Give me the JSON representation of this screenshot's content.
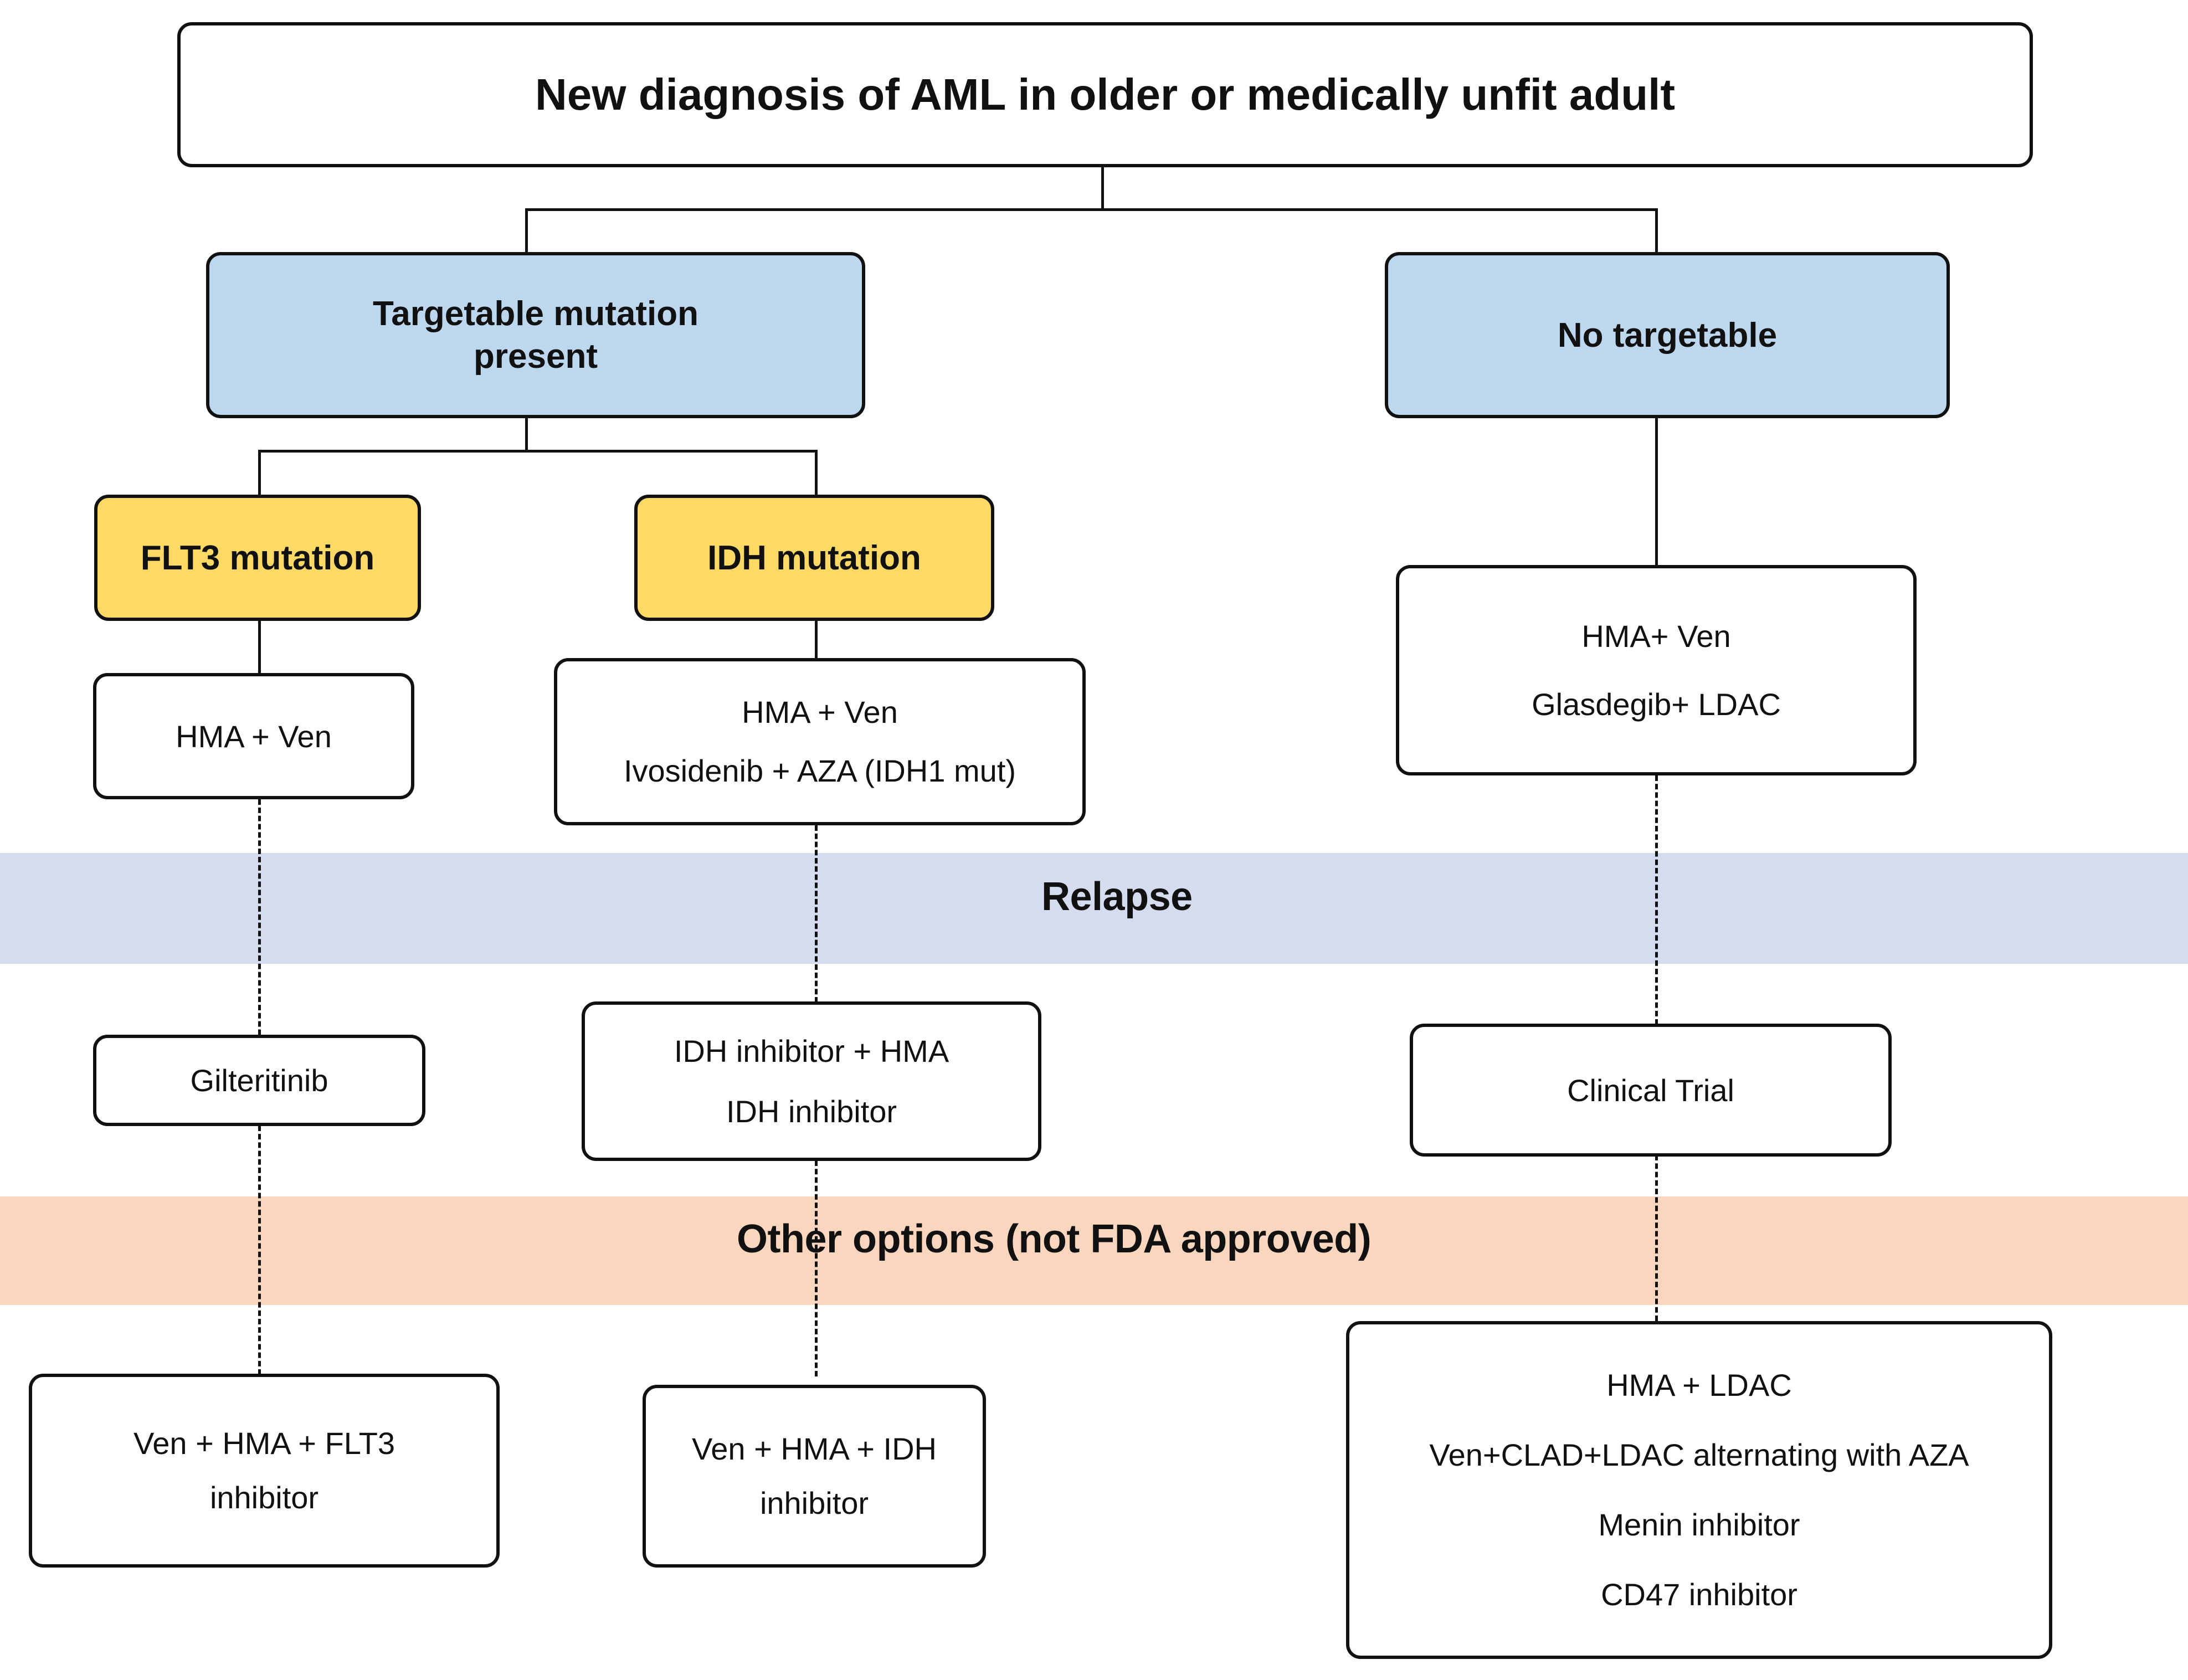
{
  "diagram": {
    "title": "AML treatment algorithm for older or medically unfit adults",
    "colors": {
      "decision_blue": "#bdd7ee",
      "mutation_yellow": "#ffd966",
      "relapse_band": "#d6dcf0",
      "other_options_band": "#fad6be",
      "outline": "#111111",
      "background": "#ffffff"
    },
    "root": {
      "label": "New diagnosis of AML in older or medically unfit adult"
    },
    "branches": {
      "targetable": {
        "label_line1": "Targetable mutation",
        "label_line2": "present"
      },
      "no_targetable": {
        "label": "No targetable"
      }
    },
    "mutations": {
      "flt3": {
        "label": "FLT3 mutation"
      },
      "idh": {
        "label": "IDH mutation"
      }
    },
    "frontline": {
      "flt3_treatment": {
        "line1": "HMA + Ven"
      },
      "idh_treatment": {
        "line1": "HMA + Ven",
        "line2": "Ivosidenib + AZA (IDH1 mut)"
      },
      "no_targetable_treatment": {
        "line1": "HMA+ Ven",
        "line2": "Glasdegib+ LDAC"
      }
    },
    "bands": {
      "relapse": {
        "label": "Relapse"
      },
      "other_options": {
        "label": "Other options (not FDA approved)"
      }
    },
    "relapse_treatments": {
      "flt3": {
        "line1": "Gilteritinib"
      },
      "idh": {
        "line1": "IDH inhibitor + HMA",
        "line2": "IDH inhibitor"
      },
      "no_targetable": {
        "line1": "Clinical Trial"
      }
    },
    "other_options_treatments": {
      "flt3": {
        "line1": "Ven + HMA + FLT3",
        "line2": "inhibitor"
      },
      "idh": {
        "line1": "Ven + HMA + IDH",
        "line2": "inhibitor"
      },
      "no_targetable": {
        "line1": "HMA + LDAC",
        "line2": "Ven+CLAD+LDAC alternating with AZA",
        "line3": "Menin inhibitor",
        "line4": "CD47 inhibitor"
      }
    }
  }
}
